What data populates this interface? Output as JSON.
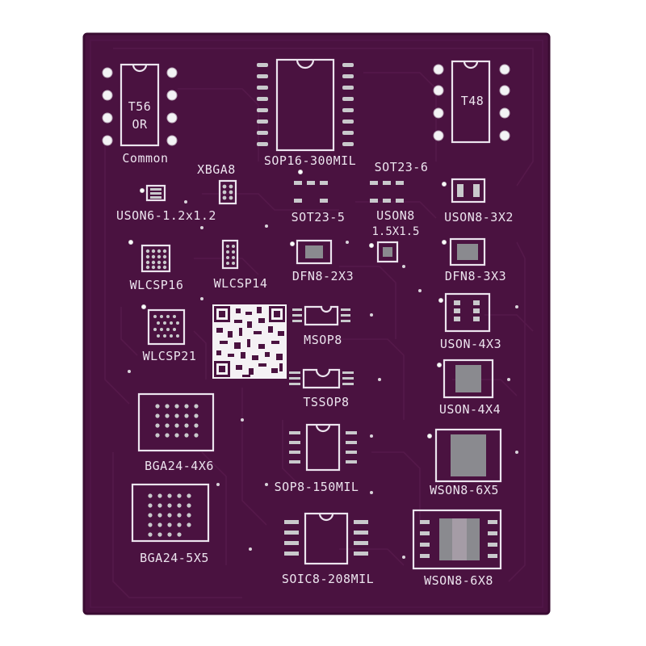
{
  "image": {
    "subject": "pcb-adapter-board",
    "colors": {
      "background": "#ffffff",
      "board": "#4a1240",
      "board_edge": "#3a0c32",
      "silkscreen": "#ece4ee",
      "copper_pad": "#c9c9cc",
      "trace": "#55194a"
    }
  },
  "board": {
    "labels": {
      "t56_line1": "T56",
      "t56_line2": "OR",
      "t56_line3": "Common",
      "t48": "T48",
      "sop16": "SOP16-300MIL",
      "xbga8": "XBGA8",
      "sot23_6": "SOT23-6",
      "uson6": "USON6-1.2x1.2",
      "sot23_5": "SOT23-5",
      "uson8_small_line1": "USON8",
      "uson8_small_line2": "1.5X1.5",
      "uson8_3x2": "USON8-3X2",
      "wlcsp16": "WLCSP16",
      "wlcsp14": "WLCSP14",
      "dfn8_2x3": "DFN8-2X3",
      "dfn8_3x3": "DFN8-3X3",
      "msop8": "MSOP8",
      "wlcsp21": "WLCSP21",
      "uson_4x3": "USON-4X3",
      "tssop8": "TSSOP8",
      "uson_4x4": "USON-4X4",
      "bga24_4x6": "BGA24-4X6",
      "sop8_150": "SOP8-150MIL",
      "wson8_6x5": "WSON8-6X5",
      "bga24_5x5": "BGA24-5X5",
      "soic8_208": "SOIC8-208MIL",
      "wson8_6x8": "WSON8-6X8"
    }
  }
}
